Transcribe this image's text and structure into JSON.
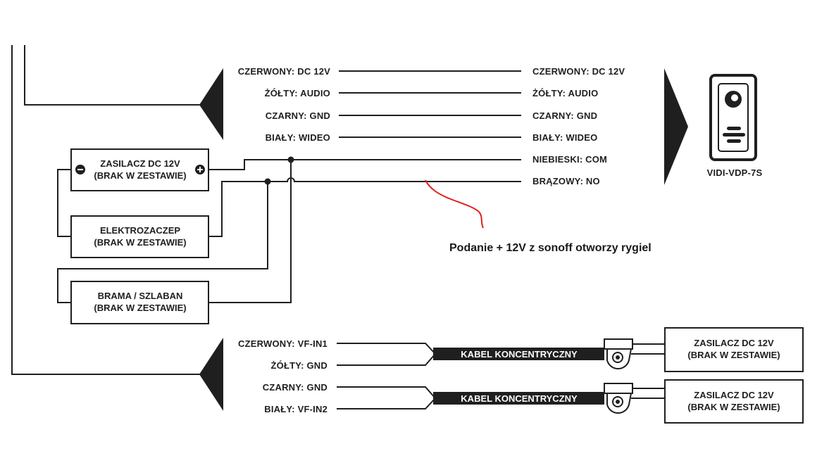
{
  "top_left_wires": [
    {
      "label": "CZERWONY: DC 12V"
    },
    {
      "label": "ŻÓŁTY: AUDIO"
    },
    {
      "label": "CZARNY: GND"
    },
    {
      "label": "BIAŁY: WIDEO"
    }
  ],
  "top_right_wires": [
    {
      "label": "CZERWONY: DC 12V"
    },
    {
      "label": "ŻÓŁTY: AUDIO"
    },
    {
      "label": "CZARNY: GND"
    },
    {
      "label": "BIAŁY: WIDEO"
    },
    {
      "label": "NIEBIESKI: COM"
    },
    {
      "label": "BRĄZOWY: NO"
    }
  ],
  "device": {
    "name": "VIDI-VDP-7S"
  },
  "boxes": {
    "power": {
      "line1": "ZASILACZ DC 12V",
      "line2": "(BRAK W ZESTAWIE)",
      "minus": "−",
      "plus": "+"
    },
    "strike": {
      "line1": "ELEKTROZACZEP",
      "line2": "(BRAK W ZESTAWIE)"
    },
    "gate": {
      "line1": "BRAMA / SZLABAN",
      "line2": "(BRAK W ZESTAWIE)"
    },
    "cam_power_1": {
      "line1": "ZASILACZ DC 12V",
      "line2": "(BRAK W ZESTAWIE)"
    },
    "cam_power_2": {
      "line1": "ZASILACZ DC 12V",
      "line2": "(BRAK W ZESTAWIE)"
    }
  },
  "annotation": {
    "text": "Podanie + 12V z sonoff  otworzy rygiel",
    "color": "#e0201c"
  },
  "bottom_wires": [
    {
      "label": "CZERWONY: VF-IN1"
    },
    {
      "label": "ŻÓŁTY: GND"
    },
    {
      "label": "CZARNY: GND"
    },
    {
      "label": "BIAŁY: VF-IN2"
    }
  ],
  "cables": [
    {
      "label": "KABEL KONCENTRYCZNY"
    },
    {
      "label": "KABEL KONCENTRYCZNY"
    }
  ]
}
